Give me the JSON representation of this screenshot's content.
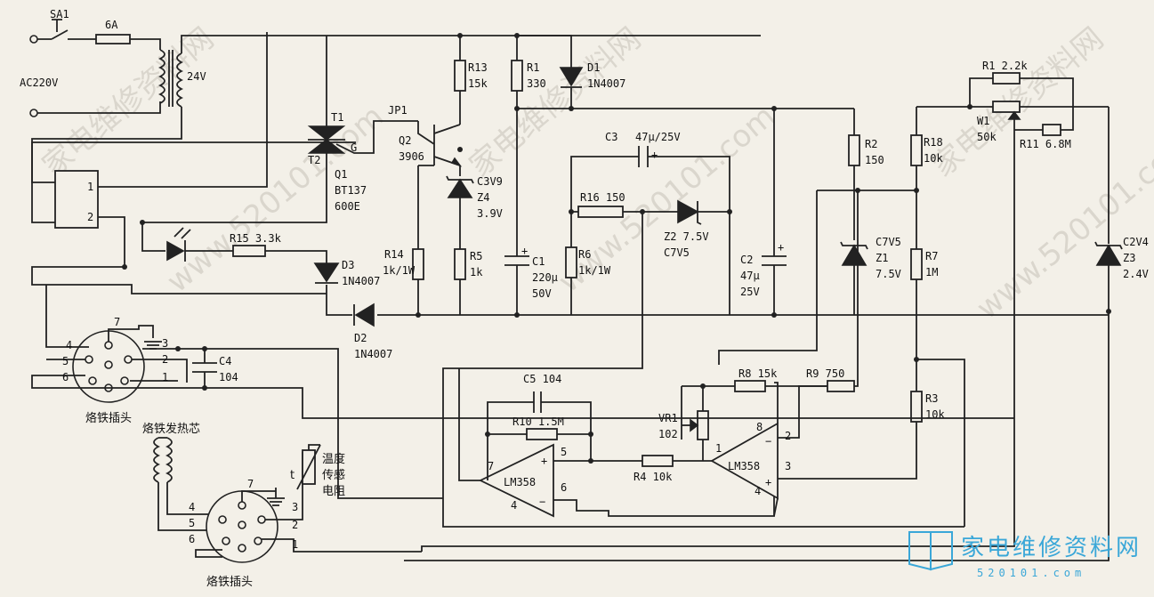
{
  "labels": {
    "sa1": "SA1",
    "fuse": "6A",
    "ac": "AC220V",
    "v24": "24V",
    "relay1": "1",
    "relay2": "2",
    "t1": "T1",
    "t2": "T2",
    "g": "G",
    "q1": "Q1",
    "q1type": "BT137",
    "q1suffix": "600E",
    "jp1": "JP1",
    "q2": "Q2",
    "q2type": "3906",
    "r13": "R13",
    "r13v": "15k",
    "r1a": "R1",
    "r1av": "330",
    "d1": "D1",
    "d1type": "1N4007",
    "c3": "C3",
    "c3v": "47μ/25V",
    "r16": "R16 150",
    "z2": "Z2 7.5V",
    "z2t": "C7V5",
    "z4t": "C3V9",
    "z4": "Z4",
    "z4v": "3.9V",
    "r15": "R15 3.3k",
    "d3": "D3",
    "d3type": "1N4007",
    "d2": "D2",
    "d2type": "1N4007",
    "r14": "R14",
    "r14v": "1k/1W",
    "r5": "R5",
    "r5v": "1k",
    "c1": "C1",
    "c1v": "220μ",
    "c1v2": "50V",
    "r6": "R6",
    "r6v": "1k/1W",
    "c2": "C2",
    "c2v": "47μ",
    "c2v2": "25V",
    "r2": "R2",
    "r2v": "150",
    "z1t": "C7V5",
    "z1": "Z1",
    "z1v": "7.5V",
    "r18": "R18",
    "r18v": "10k",
    "r7": "R7",
    "r7v": "1M",
    "r3": "R3",
    "r3v": "10k",
    "r1b": "R1 2.2k",
    "w1": "W1",
    "w1v": "50k",
    "r11": "R11 6.8M",
    "z3t": "C2V4",
    "z3": "Z3",
    "z3v": "2.4V",
    "c5": "C5 104",
    "r10": "R10 1.5M",
    "vr1": "VR1",
    "vr1v": "102",
    "r8": "R8 15k",
    "r9": "R9 750",
    "r4": "R4 10k",
    "lm358a": "LM358",
    "lm358b": "LM358",
    "p7": "7",
    "p5": "5",
    "p6": "6",
    "p4a": "4",
    "p1": "1",
    "p8": "8",
    "p2": "2",
    "p3": "3",
    "p4b": "4",
    "c4": "C4",
    "c4v": "104",
    "plug1": "烙铁插头",
    "heater": "烙铁发热芯",
    "sensor1": "温度",
    "sensor2": "传感",
    "sensor3": "电阻",
    "tsym": "t",
    "plug2": "烙铁插头",
    "pin7a": "7",
    "pin4a": "4",
    "pin5a": "5",
    "pin6a": "6",
    "pin3a": "3",
    "pin2a": "2",
    "pin1a": "1",
    "pin7b": "7",
    "pin4b": "4",
    "pin5b": "5",
    "pin6b": "6",
    "pin3b": "3",
    "pin2b": "2",
    "pin1b": "1",
    "plus1": "+",
    "plus2": "+",
    "minus1": "−",
    "minus2": "−",
    "plusc3": "+",
    "plusc1": "+",
    "plusc2": "+"
  },
  "watermarks": [
    "家电维修资料网",
    "www.520101.com"
  ],
  "brand": {
    "name": "家电维修资料网",
    "url": "520101.com"
  },
  "colors": {
    "ink": "#222222",
    "paper": "#f3f0e8",
    "brand": "#3aa7d8"
  }
}
